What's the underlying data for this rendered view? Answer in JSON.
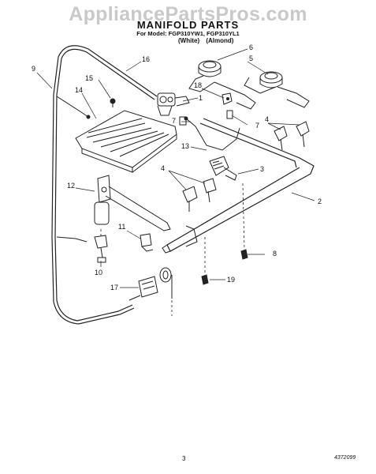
{
  "watermark": "AppliancePartsPros.com",
  "title": "MANIFOLD PARTS",
  "models": "For Model: FGP310YW1, FGP310YL1",
  "colors": "(White)   (Almond)",
  "callouts": {
    "c1": "1",
    "c2": "2",
    "c3": "3",
    "c4a": "4",
    "c4b": "4",
    "c5": "5",
    "c6": "6",
    "c7a": "7",
    "c7b": "7",
    "c8": "8",
    "c9": "9",
    "c10": "10",
    "c11": "11",
    "c12": "12",
    "c13": "13",
    "c14": "14",
    "c15": "15",
    "c16": "16",
    "c17": "17",
    "c18": "18",
    "c19": "19"
  },
  "page_number": "3",
  "document_number": "4372099"
}
